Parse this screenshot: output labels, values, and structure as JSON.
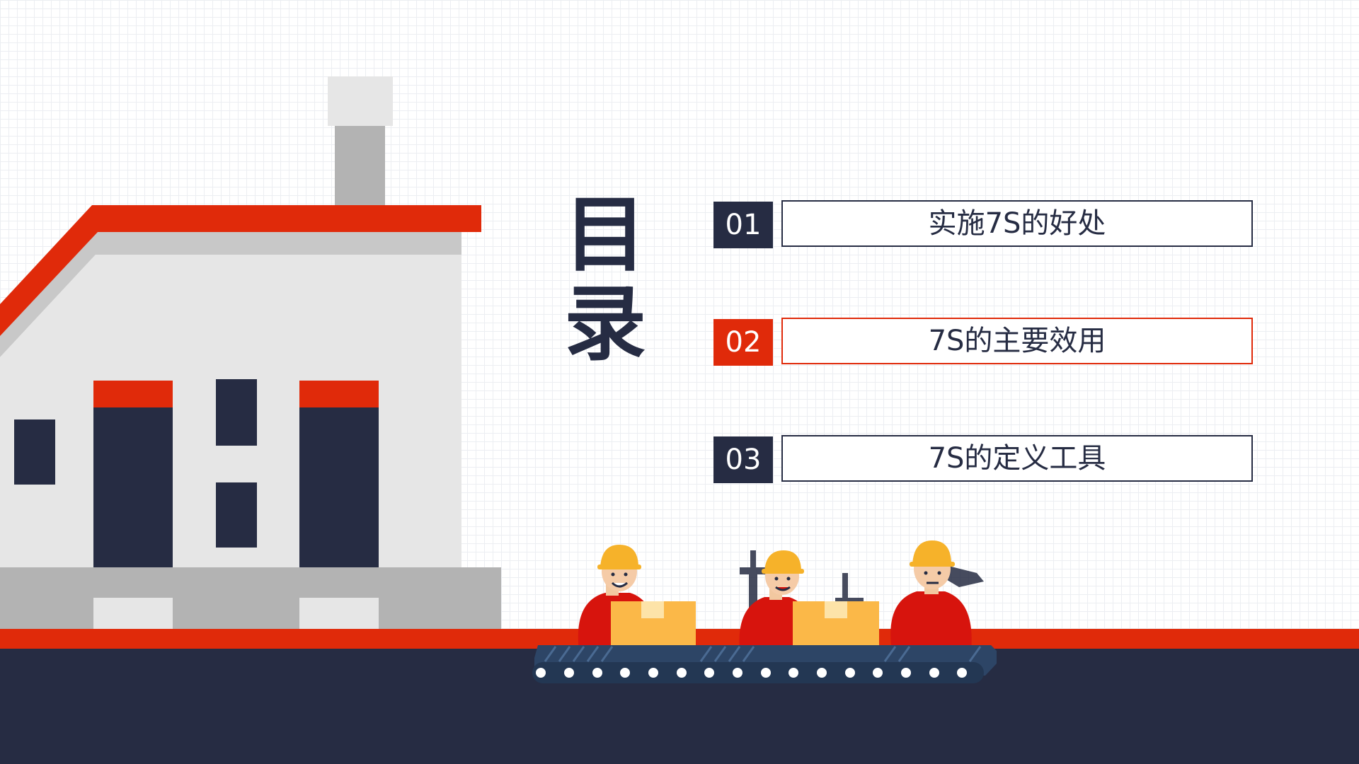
{
  "slide": {
    "title_line1": "目",
    "title_line2": "录"
  },
  "menu": {
    "items": [
      {
        "number": "01",
        "label": "实施7S的好处",
        "active": false
      },
      {
        "number": "02",
        "label": "7S的主要效用",
        "active": true
      },
      {
        "number": "03",
        "label": "7S的定义工具",
        "active": false
      }
    ]
  },
  "colors": {
    "navy": "#262c43",
    "accent_red": "#e02a0a",
    "light_gray": "#e6e6e6",
    "mid_gray": "#b3b3b3",
    "box_yellow": "#fbb848"
  },
  "illustrations": {
    "left": "factory-building-icon",
    "bottom": "workers-on-conveyor-illustration"
  }
}
